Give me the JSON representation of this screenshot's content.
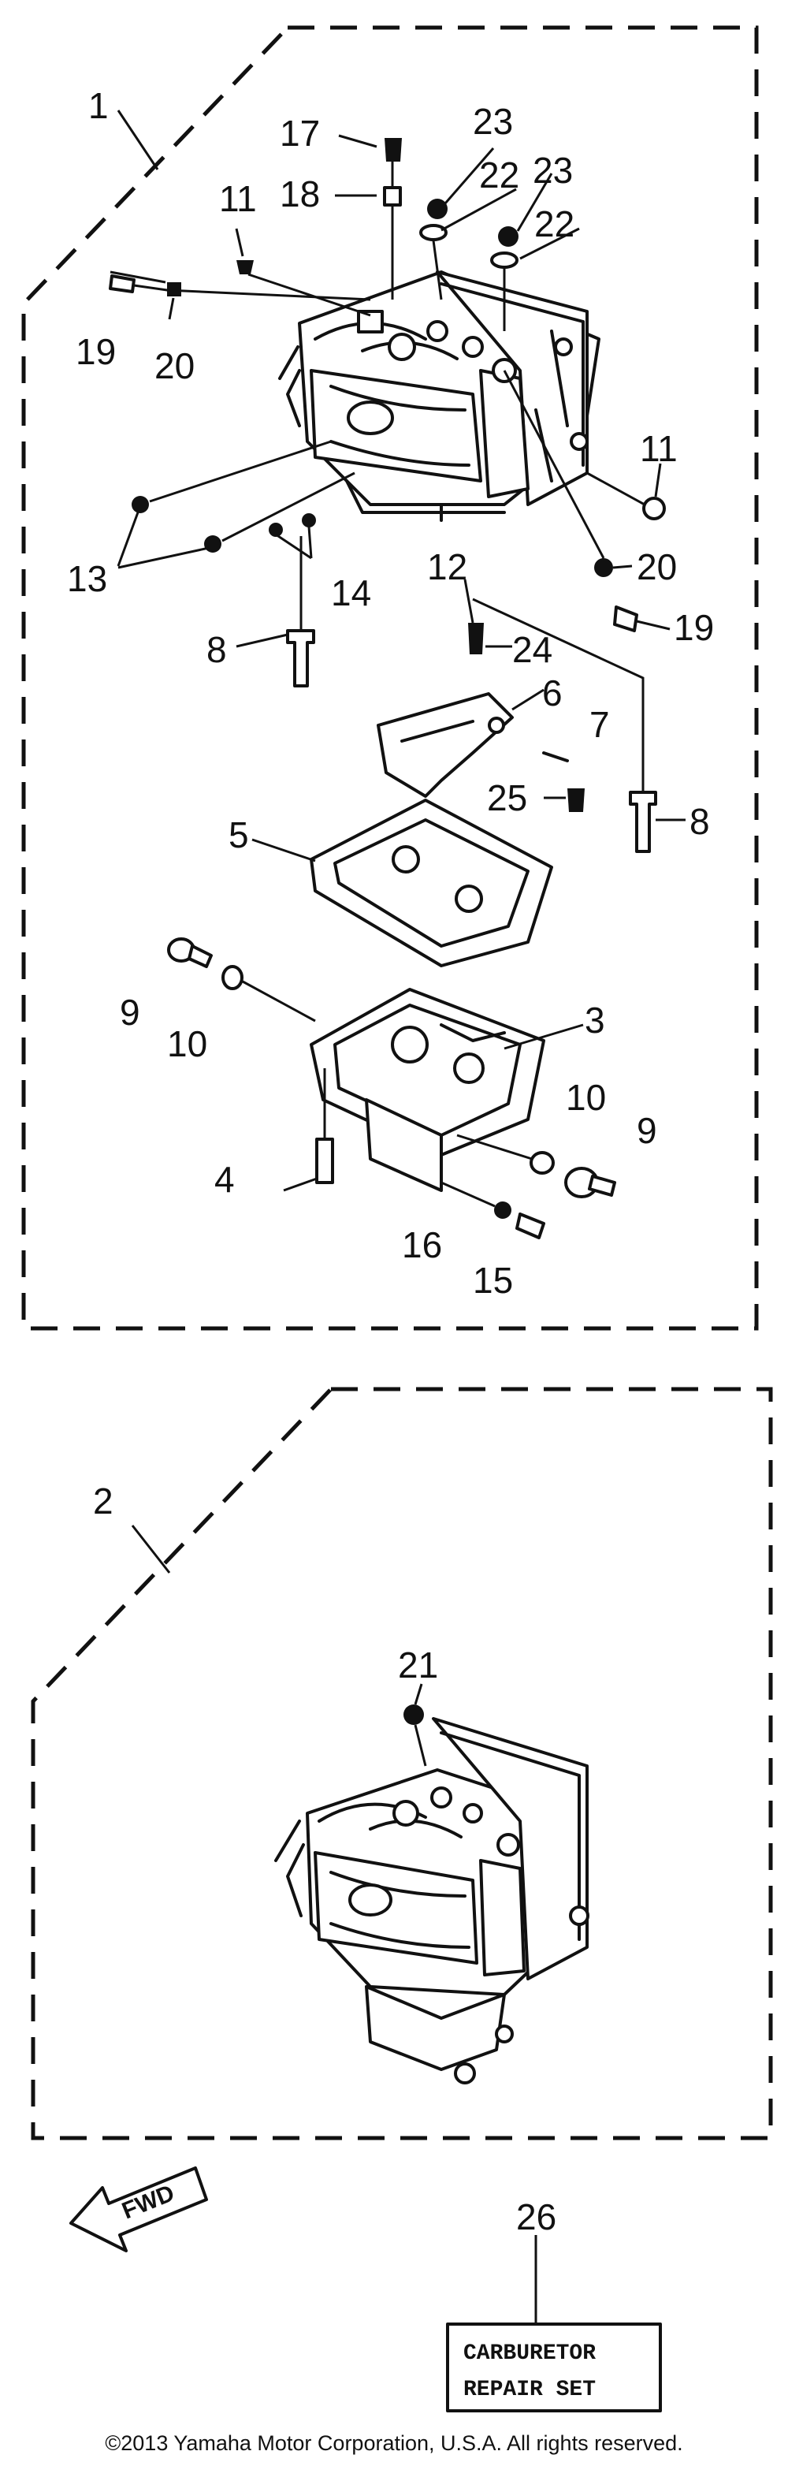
{
  "callouts": {
    "n1": "1",
    "n2": "2",
    "n3": "3",
    "n4": "4",
    "n5": "5",
    "n6": "6",
    "n7": "7",
    "n8a": "8",
    "n8b": "8",
    "n9a": "9",
    "n9b": "9",
    "n10a": "10",
    "n10b": "10",
    "n11a": "11",
    "n11b": "11",
    "n12": "12",
    "n13": "13",
    "n14": "14",
    "n15": "15",
    "n16": "16",
    "n17": "17",
    "n18": "18",
    "n19a": "19",
    "n19b": "19",
    "n20a": "20",
    "n20b": "20",
    "n21": "21",
    "n22a": "22",
    "n22b": "22",
    "n23a": "23",
    "n23b": "23",
    "n24": "24",
    "n25": "25",
    "n26": "26"
  },
  "fwd_label": "FWD",
  "repair_box": {
    "line1": "CARBURETOR",
    "line2": "REPAIR SET"
  },
  "copyright": "©2013 Yamaha Motor Corporation, U.S.A. All rights reserved."
}
